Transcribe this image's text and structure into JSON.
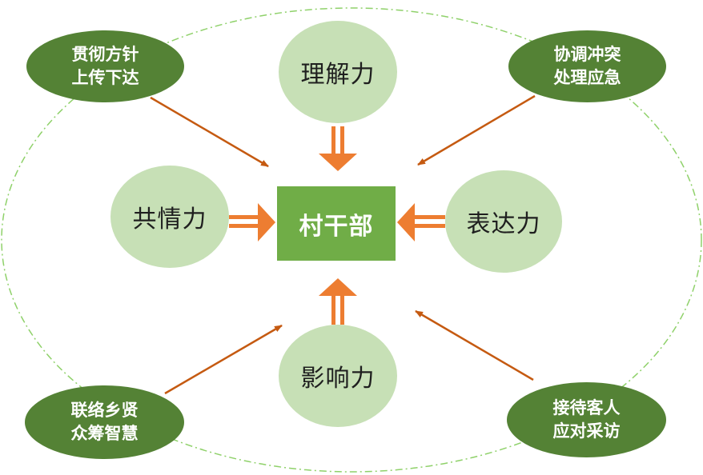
{
  "center": {
    "label": "村干部"
  },
  "abilities": {
    "top": "理解力",
    "left": "共情力",
    "right": "表达力",
    "bottom": "影响力"
  },
  "duties": {
    "top_left": {
      "line1": "贯彻方针",
      "line2": "上传下达"
    },
    "top_right": {
      "line1": "协调冲突",
      "line2": "处理应急"
    },
    "bottom_left": {
      "line1": "联络乡贤",
      "line2": "众筹智慧"
    },
    "bottom_right": {
      "line1": "接待客人",
      "line2": "应对采访"
    }
  },
  "colors": {
    "light_green": "#c7e0b6",
    "dark_green": "#548235",
    "center_green": "#70ad47",
    "arrow_orange": "#ed7d31",
    "arrow_line": "#c55a11",
    "dash_outline": "#8fd16a"
  }
}
